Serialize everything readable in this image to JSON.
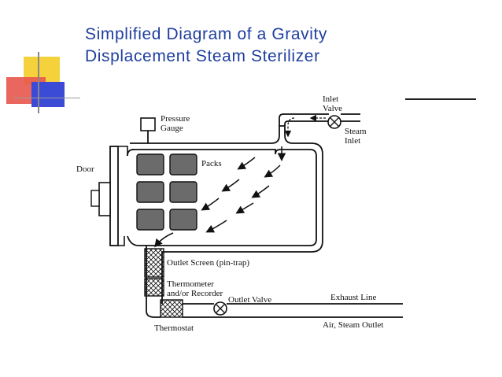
{
  "title": {
    "line1": "Simplified Diagram of a Gravity",
    "line2": "Displacement Steam Sterilizer"
  },
  "labels": {
    "inlet_valve_line1": "Inlet",
    "inlet_valve_line2": "Valve",
    "steam_inlet_line1": "Steam",
    "steam_inlet_line2": "Inlet",
    "pressure_gauge_line1": "Pressure",
    "pressure_gauge_line2": "Gauge",
    "door": "Door",
    "packs": "Packs",
    "outlet_screen": "Outlet Screen (pin-trap)",
    "thermometer_line1": "Thermometer",
    "thermometer_line2": "and/or Recorder",
    "outlet_valve": "Outlet Valve",
    "exhaust_line": "Exhaust Line",
    "air_steam_outlet": "Air, Steam Outlet",
    "thermostat": "Thermostat"
  },
  "colors": {
    "title": "#1f3f9e",
    "deco_yellow": "#f5d23c",
    "deco_red": "#e8564f",
    "deco_blue": "#3b4bd6",
    "pack_fill": "#6b6b6b"
  }
}
